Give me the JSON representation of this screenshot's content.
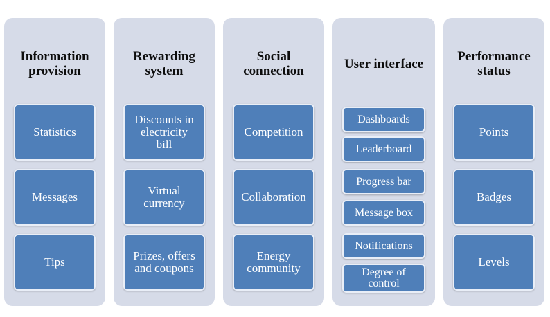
{
  "columns": [
    {
      "title": "Information\nprovision",
      "items": [
        "Statistics",
        "Messages",
        "Tips"
      ]
    },
    {
      "title": "Rewarding\nsystem",
      "items": [
        "Discounts in\nelectricity\nbill",
        "Virtual\ncurrency",
        "Prizes, offers\nand coupons"
      ]
    },
    {
      "title": "Social\nconnection",
      "items": [
        "Competition",
        "Collaboration",
        "Energy\ncommunity"
      ]
    },
    {
      "title": "User interface",
      "items": [
        "Dashboards",
        "Leaderboard",
        "Progress bar",
        "Message box",
        "Notifications",
        "Degree of\ncontrol"
      ]
    },
    {
      "title": "Performance\nstatus",
      "items": [
        "Points",
        "Badges",
        "Levels"
      ]
    }
  ],
  "colors": {
    "column_bg": "#d6dbe8",
    "box_fill": "#4f7fb9",
    "box_border": "#e9eef7",
    "title_text": "#0d0d0d",
    "box_text": "#ffffff"
  }
}
